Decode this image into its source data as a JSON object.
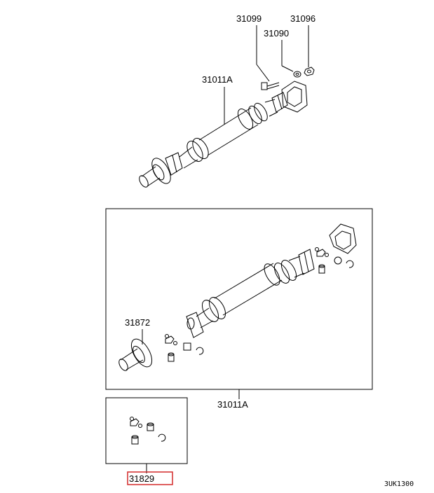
{
  "labels": {
    "bolt": "31099",
    "nut": "31096",
    "washer": "31090",
    "shaft_top": "31011A",
    "flange_yoke": "31872",
    "shaft_assembly": "31011A",
    "joint_kit": "31829"
  },
  "figure_code": "3UK1300",
  "colors": {
    "line": "#000000",
    "highlight": "#d42a2a",
    "background": "#ffffff"
  }
}
